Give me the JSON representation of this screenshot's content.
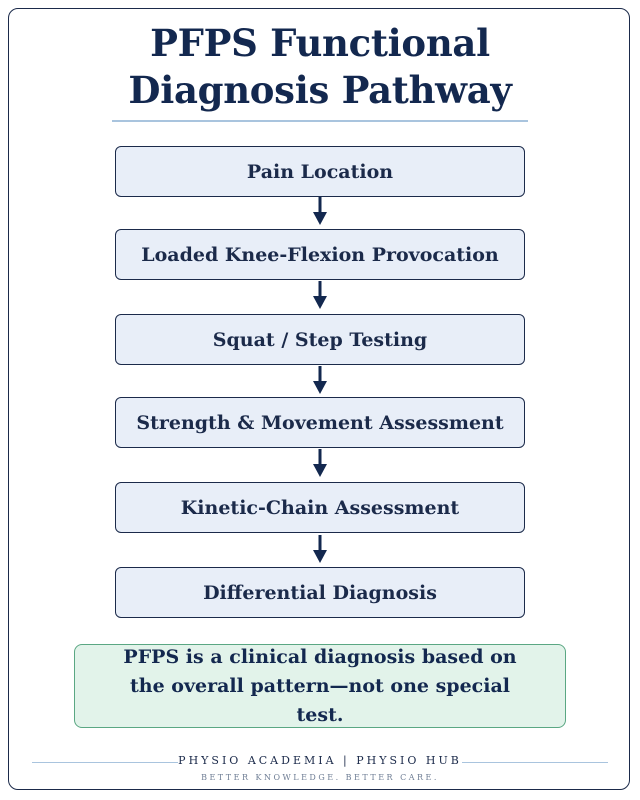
{
  "title": {
    "line1": "PFPS Functional",
    "line2": "Diagnosis Pathway"
  },
  "steps": [
    "Pain Location",
    "Loaded Knee-Flexion Provocation",
    "Squat / Step Testing",
    "Strength & Movement Assessment",
    "Kinetic-Chain Assessment",
    "Differential Diagnosis"
  ],
  "note": "PFPS is a clinical diagnosis based on the overall pattern—not one special test.",
  "footer": {
    "brand": "PHYSIO ACADEMIA | PHYSIO HUB",
    "tagline": "BETTER KNOWLEDGE. BETTER CARE."
  },
  "colors": {
    "navy": "#13284f",
    "step_fill": "#e8eef8",
    "note_fill": "#e2f3ea",
    "note_border": "#5aa783"
  }
}
